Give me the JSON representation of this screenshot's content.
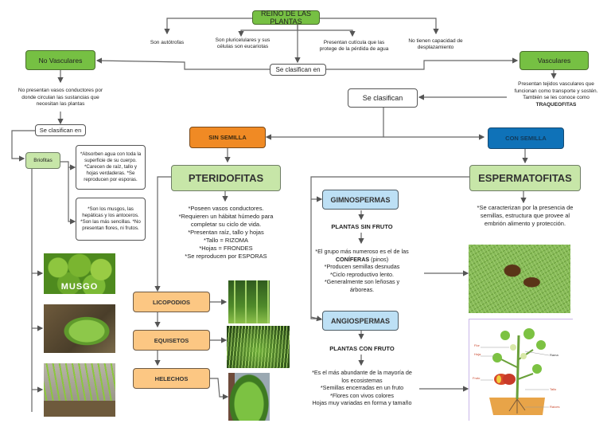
{
  "title": "REINO DE LAS PLANTAS",
  "characteristics": [
    "Son autótrofas",
    "Son pluricelulares y sus células son eucariotas",
    "Presentan cutícula que las protege de la pérdida de agua",
    "No tienen capacidad de desplazamiento"
  ],
  "classify_top": "Se clasifican en",
  "no_vasculares": {
    "label": "No Vasculares",
    "desc": "No presentan vasos conductores por donde circulan las sustancias que necesitan las plantas",
    "classify": "Se clasifican en",
    "group": "Briofitas",
    "notes1": "*Absorben agua con toda la superficie de su cuerpo. *Carecen de raíz, tallo y hojas verdaderas. *Se reproducen por esporas.",
    "notes2": "*Son los musgos, las hepáticas y los antoceros. *Son las más sencillas. *No presentan flores, ni frutos.",
    "images": [
      {
        "name": "musgo",
        "caption": "MUSGO"
      },
      {
        "name": "hepatica",
        "caption": ""
      },
      {
        "name": "antocero",
        "caption": ""
      }
    ]
  },
  "vasculares": {
    "label": "Vasculares",
    "desc_pre": "Presentan tejidos vasculares que funcionan como transporte y sostén. También se les conoce como ",
    "desc_bold": "TRAQUEOFITAS",
    "classify": "Se clasifican"
  },
  "sin_semilla": {
    "label": "SIN SEMILLA",
    "group": "PTERIDOFITAS",
    "notes": [
      "*Poseen vasos conductores.",
      "*Requieren un hábitat  húmedo para completar su ciclo de vida.",
      "*Presentan raíz, tallo y hojas",
      "*Tallo = RIZOMA",
      "*Hojas = FRONDES",
      "*Se reproducen por ESPORAS"
    ],
    "types": [
      "LICOPODIOS",
      "EQUISETOS",
      "HELECHOS"
    ]
  },
  "con_semilla": {
    "label": "CON SEMILLA",
    "group": "ESPERMATOFITAS",
    "desc": "*Se caracterizan por la presencia de semillas, estructura que provee al embrión alimento y protección.",
    "gimnospermas": {
      "label": "GIMNOSPERMAS",
      "sub": "PLANTAS SIN FRUTO",
      "notes_pre": "*El grupo más numeroso es el de las ",
      "notes_bold": "CONÍFERAS",
      "notes_post": " (pinos)",
      "notes_rest": [
        "*Producen semillas desnudas",
        "*Ciclo reproductivo lento.",
        "*Generalmente son leñosas y árboreas."
      ]
    },
    "angiospermas": {
      "label": "ANGIOSPERMAS",
      "sub": "PLANTAS CON FRUTO",
      "notes": [
        "*Es el más abundante de la mayoría de los ecosistemas",
        "*Semillas encerradas en un fruto",
        "*Flores con vivos colores",
        "Hojas muy variadas en forma y tamaño"
      ],
      "plant_labels": [
        "Flor",
        "Hoja",
        "Fruto",
        "Rama",
        "Tallo",
        "Raíces"
      ]
    }
  },
  "colors": {
    "green": "#76c043",
    "light_green": "#c7e6a8",
    "orange": "#f08a24",
    "blue": "#0f72b8",
    "light_blue": "#bde0f5",
    "peach": "#fcc783"
  }
}
